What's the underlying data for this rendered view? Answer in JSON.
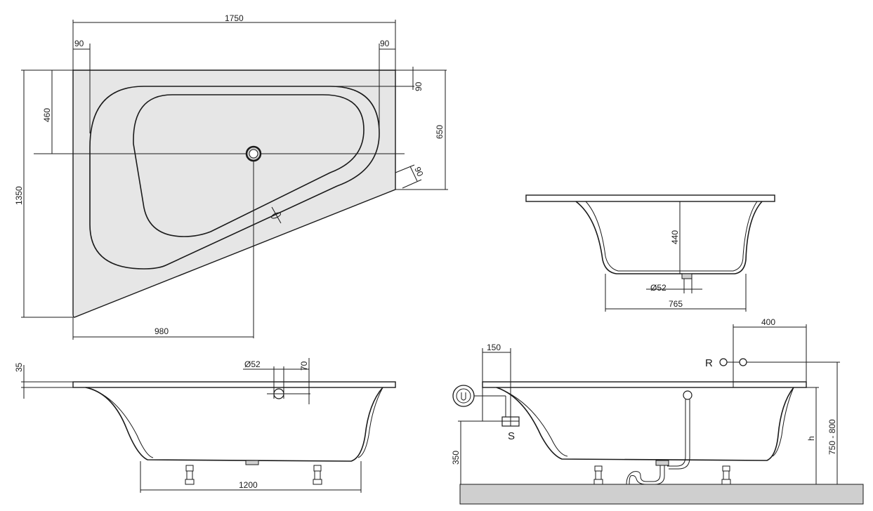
{
  "top_view": {
    "width": "1750",
    "left_rim": "90",
    "right_rim": "90",
    "top_rim": "90",
    "diag_rim": "90",
    "depth_left": "1350",
    "drain_from_top": "460",
    "right_depth": "650",
    "drain_from_left": "980"
  },
  "side_section": {
    "height": "440",
    "drain_diameter": "Ø52",
    "bottom_width": "765"
  },
  "front_view": {
    "rim_thickness": "35",
    "overflow_diameter": "Ø52",
    "overflow_height": "70",
    "foot_spacing": "1200"
  },
  "installation_view": {
    "waste_offset": "150",
    "valve_offset": "400",
    "valve_label": "R",
    "siphon_label": "S",
    "waste_height": "350",
    "height_label": "h",
    "valve_height": "750 - 800"
  },
  "colors": {
    "tub_fill": "#e6e6e6",
    "floor": "#cfcfcf",
    "line": "#1a1a1a"
  }
}
